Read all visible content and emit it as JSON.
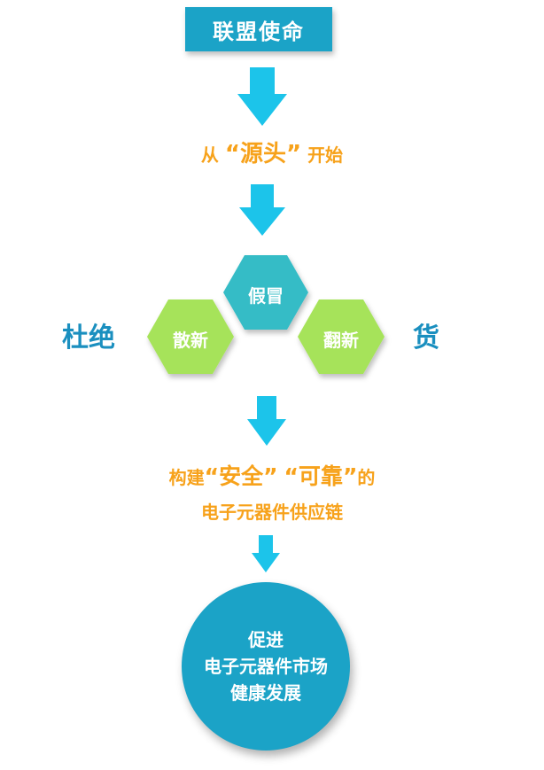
{
  "title": "联盟使命",
  "step1": {
    "pre": "从",
    "open_quote": "“",
    "keyword": "源头",
    "close_quote": "”",
    "post": "开始"
  },
  "left_word": "杜绝",
  "right_word": "货",
  "hexagons": {
    "top": "假冒",
    "left": "散新",
    "right": "翻新"
  },
  "step2": {
    "pre": "构建",
    "q1_open": "“",
    "kw1": "安全",
    "q1_close": "”",
    "q2_open": "“",
    "kw2": "可靠",
    "q2_close": "”",
    "post": "的",
    "line2": "电子元器件供应链"
  },
  "goal": {
    "line1": "促进",
    "line2": "电子元器件市场",
    "line3": "健康发展"
  },
  "colors": {
    "blue": "#1ba3c7",
    "arrow": "#1cc4ea",
    "teal_hex": "#36bcc6",
    "green_hex": "#a6e35a",
    "orange": "#f7a21b"
  }
}
